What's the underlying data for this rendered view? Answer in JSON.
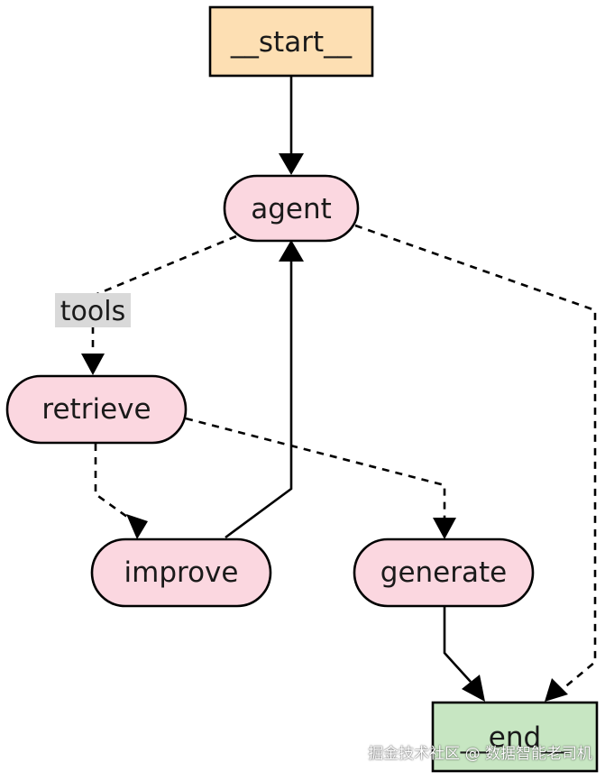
{
  "colors": {
    "start_fill": "#fddfb3",
    "node_fill": "#fbd7e0",
    "end_fill": "#c7e6c2",
    "label_bg": "#d9d9d9",
    "stroke": "#000000"
  },
  "nodes": {
    "start": "__start__",
    "agent": "agent",
    "retrieve": "retrieve",
    "improve": "improve",
    "generate": "generate",
    "end": "__end__"
  },
  "edge_labels": {
    "tools": "tools"
  },
  "watermark": "掘金技术社区 @ 数据智能老司机"
}
